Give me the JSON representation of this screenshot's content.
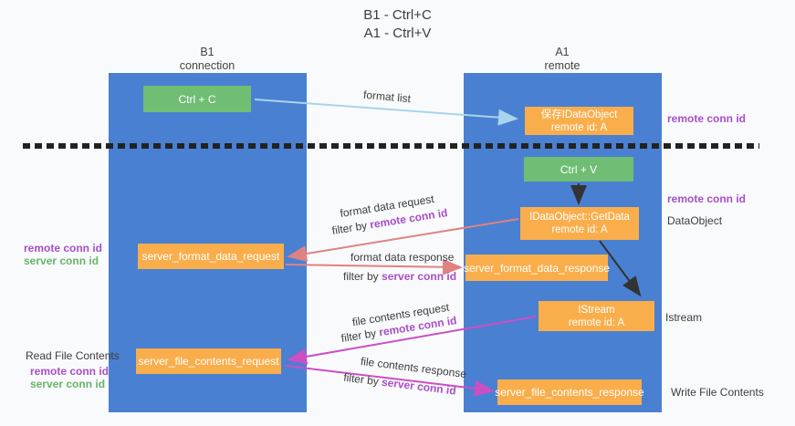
{
  "title": {
    "line1": "B1 - Ctrl+C",
    "line2": "A1 - Ctrl+V"
  },
  "columns": {
    "left": {
      "header_line1": "B1",
      "header_line2": "connection"
    },
    "right": {
      "header_line1": "A1",
      "header_line2": "remote"
    }
  },
  "nodes": {
    "ctrl_c": "Ctrl + C",
    "ctrl_v": "Ctrl + V",
    "save_dataobject": {
      "line1": "保存IDataObject",
      "line2": "remote id: A"
    },
    "getdata": {
      "line1": "IDataObject::GetData",
      "line2": "remote id: A"
    },
    "istream": {
      "line1": "IStream",
      "line2": "remote id: A"
    },
    "server_format_data_request": "server_format_data_request",
    "server_format_data_response": "server_format_data_response",
    "server_file_contents_request": "server_file_contents_request",
    "server_file_contents_response": "server_file_contents_response"
  },
  "arrow_labels": {
    "format_list": "format list",
    "format_data_request": "format data request",
    "format_data_request_filter": {
      "prefix": "filter by ",
      "highlight": "remote conn id"
    },
    "format_data_response": "format data response",
    "format_data_response_filter": {
      "prefix": "filter by ",
      "highlight": "server conn id"
    },
    "file_contents_request": "file contents request",
    "file_contents_request_filter": {
      "prefix": "filter by ",
      "highlight": "remote conn id"
    },
    "file_contents_response": "file contents response",
    "file_contents_response_filter": {
      "prefix": "filter by ",
      "highlight": "server conn id"
    }
  },
  "annotations": {
    "right_top_remote_conn_id": "remote conn id",
    "right_mid_remote_conn_id": "remote conn id",
    "dataobject": "DataObject",
    "istream": "Istream",
    "write_file_contents": "Write File Contents",
    "left_mid": {
      "remote": "remote conn id",
      "server": "server conn id"
    },
    "read_file_contents": "Read File Contents",
    "left_bottom": {
      "remote": "remote conn id",
      "server": "server conn id"
    }
  },
  "colors": {
    "column_blue": "#4a80d1",
    "node_green": "#6fbe73",
    "node_orange": "#f9ae4b",
    "arrow_lightblue": "#a9d3ee",
    "arrow_salmon": "#e08282",
    "arrow_magenta": "#cb4fc4",
    "arrow_black": "#333333",
    "text_purple": "#a84fc8",
    "text_green": "#67b56b",
    "dashed_line": "#222222"
  }
}
